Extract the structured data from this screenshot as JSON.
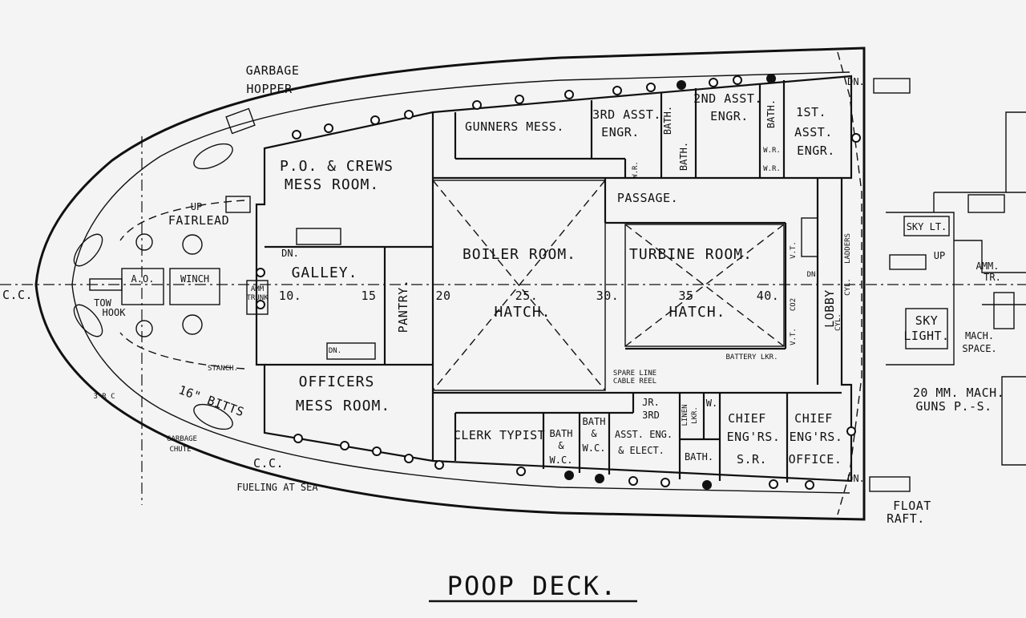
{
  "title": "POOP DECK.",
  "labels": {
    "garbage_hopper_1": "GARBAGE",
    "garbage_hopper_2": "HOPPER",
    "fairlead": "FAIRLEAD",
    "up_fwd": "UP",
    "ao": "A.O.",
    "winch": "WINCH",
    "tow_hook_1": "TOW",
    "tow_hook_2": "HOOK",
    "cc_left": "C.C.",
    "stanch": "STANCH.",
    "bitts": "16\" BITTS",
    "three_rc": "3 R C",
    "garbage_chute_1": "GARBAGE",
    "garbage_chute_2": "CHUTE",
    "cc_bottom": "C.C.",
    "fueling_at_sea": "FUELING AT SEA",
    "po_crews_mess_1": "P.O. & CREWS",
    "po_crews_mess_2": "MESS ROOM.",
    "galley": "GALLEY.",
    "amm_trunk_1": "AMM",
    "amm_trunk_2": "TRUNK",
    "dn_galley": "DN.",
    "dn_pantry": "DN.",
    "pantry": "PANTRY.",
    "officers_mess_1": "OFFICERS",
    "officers_mess_2": "MESS ROOM.",
    "gunners_mess": "GUNNERS MESS.",
    "third_asst_engr_1": "3RD ASST.",
    "third_asst_engr_2": "ENGR.",
    "bath_1": "BATH.",
    "bath_2": "BATH.",
    "wr_1": "W.R.",
    "second_asst_engr_1": "2ND ASST.",
    "second_asst_engr_2": "ENGR.",
    "bath_3": "BATH.",
    "wr_2": "W.R.",
    "wr_3": "W.R.",
    "first_asst_engr_1": "1ST.",
    "first_asst_engr_2": "ASST.",
    "first_asst_engr_3": "ENGR.",
    "dn_top_right": "DN.",
    "boiler_room": "BOILER ROOM.",
    "hatch_1": "HATCH.",
    "passage": "PASSAGE.",
    "turbine_room": "TURBINE ROOM.",
    "hatch_2": "HATCH.",
    "vt_1": "V.T.",
    "vt_2": "V.T.",
    "co2": "CO2",
    "dn_lobby": "DN",
    "lobby": "LOBBY",
    "ladders": "LADDERS",
    "cyl_1": "CYL.",
    "cyl_2": "CYL.",
    "battery_lkr": "BATTERY LKR.",
    "spare_line_1": "SPARE LINE",
    "spare_line_2": "CABLE REEL",
    "clerk_typist": "CLERK TYPIST",
    "bath_wc_1a": "BATH",
    "bath_wc_1b": "&",
    "bath_wc_1c": "W.C.",
    "bath_wc_2a": "BATH",
    "bath_wc_2b": "&",
    "bath_wc_2c": "W.C.",
    "jr_3rd_1": "JR.",
    "jr_3rd_2": "3RD",
    "asst_eng_elect_1": "ASST. ENG.",
    "asst_eng_elect_2": "& ELECT.",
    "linen_lkr_1": "LINEN",
    "linen_lkr_2": "LKR.",
    "w_small": "W.",
    "bath_4": "BATH.",
    "chief_engrs_sr_1": "CHIEF",
    "chief_engrs_sr_2": "ENG'RS.",
    "chief_engrs_sr_3": "S.R.",
    "chief_engrs_office_1": "CHIEF",
    "chief_engrs_office_2": "ENG'RS.",
    "chief_engrs_office_3": "OFFICE.",
    "dn_bottom_right": "DN.",
    "float_raft_1": "FLOAT",
    "float_raft_2": "RAFT.",
    "skylt_1": "SKY LT.",
    "up_aft": "UP",
    "amm_tr_1": "AMM.",
    "amm_tr_2": "TR.",
    "sky_light_1": "SKY",
    "sky_light_2": "LIGHT.",
    "mach_space_1": "MACH.",
    "mach_space_2": "SPACE.",
    "guns_1": "20 MM. MACH.",
    "guns_2": "GUNS P.-S.",
    "cc_left_edge": "C.C."
  },
  "frames": [
    "10.",
    "15",
    "20",
    "25.",
    "30.",
    "35",
    "40."
  ]
}
